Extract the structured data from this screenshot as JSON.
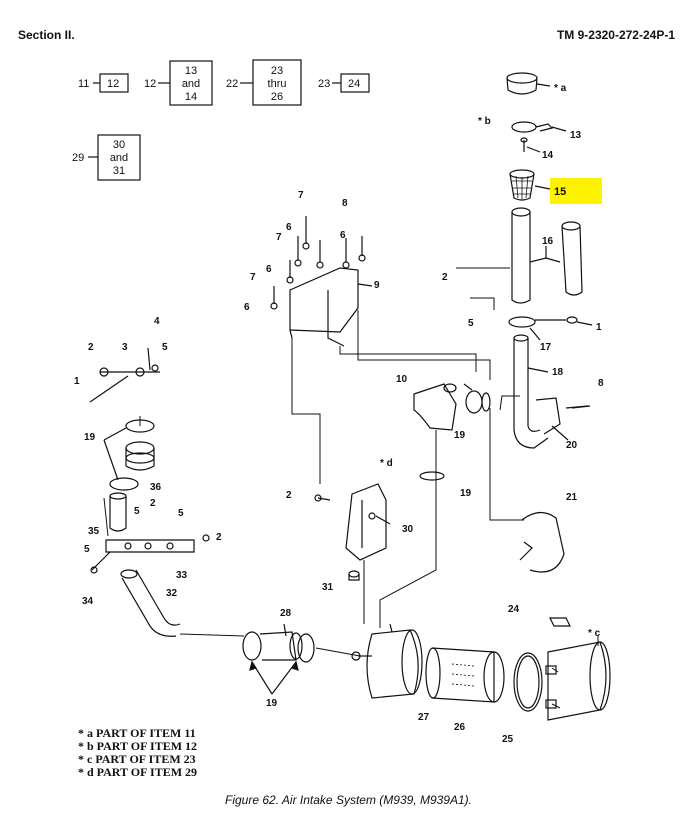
{
  "header": {
    "section": "Section II.",
    "tm": "TM 9-2320-272-24P-1"
  },
  "index_boxes": {
    "b11": {
      "lead": "11",
      "lines": [
        "12"
      ]
    },
    "b12": {
      "lead": "12",
      "lines": [
        "13",
        "and",
        "14"
      ]
    },
    "b22": {
      "lead": "22",
      "lines": [
        "23",
        "thru",
        "26"
      ]
    },
    "b23": {
      "lead": "23",
      "lines": [
        "24"
      ]
    },
    "b29": {
      "lead": "29",
      "lines": [
        "30",
        "and",
        "31"
      ]
    }
  },
  "callouts": {
    "a": "* a",
    "b": "* b",
    "c": "* c",
    "d": "* d",
    "n1": "1",
    "n2": "2",
    "n3": "3",
    "n4": "4",
    "n5": "5",
    "n6": "6",
    "n7": "7",
    "n8": "8",
    "n9": "9",
    "n10": "10",
    "n13": "13",
    "n14": "14",
    "n15": "15",
    "n16": "16",
    "n17": "17",
    "n18": "18",
    "n19": "19",
    "n20": "20",
    "n21": "21",
    "n24": "24",
    "n25": "25",
    "n26": "26",
    "n27": "27",
    "n28": "28",
    "n30": "30",
    "n31": "31",
    "n32": "32",
    "n33": "33",
    "n34": "34",
    "n35": "35",
    "n36": "36"
  },
  "highlight_color": "#fff200",
  "legend": [
    "* a  PART OF ITEM 11",
    "* b  PART OF ITEM 12",
    "* c  PART OF ITEM 23",
    "* d  PART OF ITEM 29"
  ],
  "caption": "Figure 62.  Air Intake System (M939, M939A1)."
}
